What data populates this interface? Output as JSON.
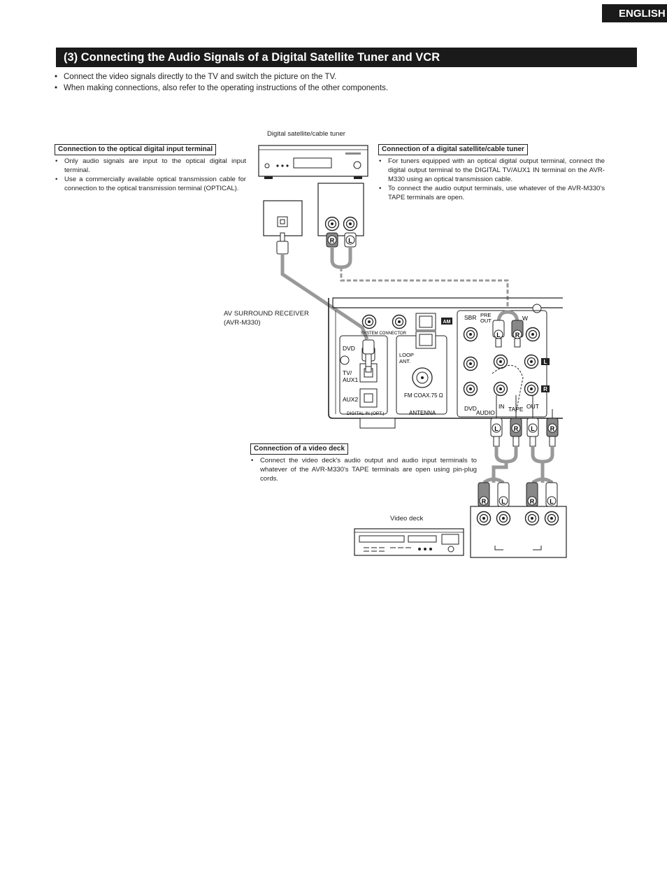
{
  "header": {
    "language_tab": "ENGLISH",
    "title": "(3) Connecting the Audio Signals of a Digital Satellite Tuner and VCR"
  },
  "intro_bullets": [
    "Connect the video signals directly to the TV and switch the picture on the TV.",
    "When making connections, also refer to the operating instructions of the other components."
  ],
  "optical_section": {
    "heading": "Connection to the optical digital input terminal",
    "bullets": [
      "Only audio signals are input to the optical digital input terminal.",
      "Use a commercially available optical transmission cable for connection to the optical transmission terminal (OPTICAL)."
    ]
  },
  "satellite_section": {
    "heading": "Connection of a digital satellite/cable tuner",
    "bullets": [
      "For tuners equipped with an optical digital output terminal, connect the digital output terminal to the DIGITAL TV/AUX1 IN terminal on the AVR-M330 using an optical transmission cable.",
      "To connect the audio output terminals, use whatever of the AVR-M330's TAPE terminals are open."
    ]
  },
  "video_section": {
    "heading": "Connection of a video deck",
    "bullets": [
      "Connect the video deck's audio output and audio input terminals to whatever of the AVR-M330's TAPE terminals are open using pin-plug cords."
    ]
  },
  "captions": {
    "tuner": "Digital satellite/cable tuner",
    "receiver_line1": "AV SURROUND RECEIVER",
    "receiver_line2": "(AVR-M330)",
    "video_deck": "Video deck"
  },
  "receiver_panel_labels": {
    "system_connector": "SYSTEM CONNECTOR",
    "am": "AM",
    "dvd": "DVD",
    "tv_aux1_a": "TV/",
    "tv_aux1_b": "AUX1",
    "aux2": "AUX2",
    "digital_in": "DIGITAL IN (OPT.)",
    "loop_ant_a": "LOOP",
    "loop_ant_b": "ANT.",
    "fm_coax": "FM COAX.75 Ω",
    "antenna": "ANTENNA",
    "sbr": "SBR",
    "pre_out_a": "PRE",
    "pre_out_b": "OUT",
    "sw": "W",
    "dvd_audio": "DVD",
    "audio": "AUDIO",
    "tape_in": "IN",
    "tape": "TAPE",
    "tape_out": "OUT"
  },
  "plug_letters": {
    "left": "L",
    "right": "R"
  }
}
